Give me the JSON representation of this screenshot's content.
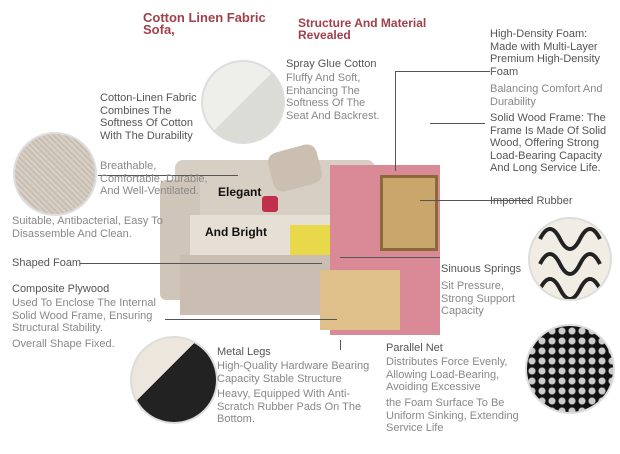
{
  "titles": {
    "left": "Cotton Linen Fabric Sofa,",
    "right": "Structure And Material Revealed"
  },
  "overlay": {
    "elegant": "Elegant",
    "bright": "And Bright"
  },
  "labels": {
    "foam": "High-Density Foam: Made with Multi-Layer Premium High-Density Foam",
    "foam_extra": "Balancing Comfort And Durability",
    "wood": "Solid Wood Frame: The Frame Is Made Of Solid Wood, Offering Strong Load-Bearing Capacity And Long Service Life.",
    "rubber": "Imported Rubber",
    "spray": "Spray Glue Cotton",
    "spray_desc": "Fluffy And Soft, Enhancing The Softness Of The Seat And Backrest.",
    "fabric": "Cotton-Linen Fabric Combines The Softness Of Cotton With The Durability",
    "fabric_desc1": "Breathable, Comfortable, Durable, And Well-Ventilated.",
    "fabric_desc2": "Suitable, Antibacterial, Easy To Disassemble And Clean.",
    "shaped": "Shaped Foam",
    "plywood": "Composite Plywood",
    "plywood_desc": "Used To Enclose The Internal Solid Wood Frame, Ensuring Structural Stability.",
    "plywood_extra": "Overall Shape Fixed.",
    "springs": "Sinuous Springs",
    "springs_desc": "Sit Pressure, Strong Support Capacity",
    "legs": "Metal Legs",
    "legs_desc1": "High-Quality Hardware Bearing Capacity Stable Structure",
    "legs_desc2": "Heavy, Equipped With Anti-Scratch Rubber Pads On The Bottom.",
    "net": "Parallel Net",
    "net_desc1": "Distributes Force Evenly, Allowing Load-Bearing, Avoiding Excessive",
    "net_desc2": "the Foam Surface To Be Uniform Sinking, Extending Service Life"
  }
}
